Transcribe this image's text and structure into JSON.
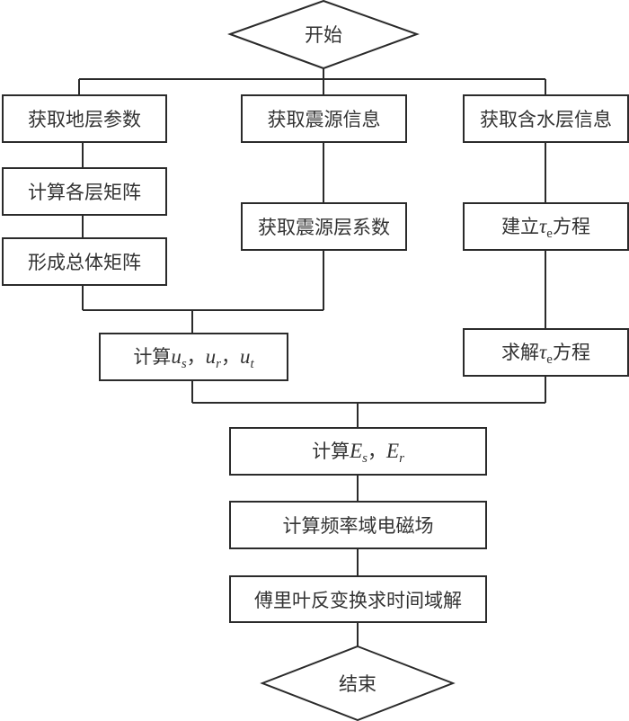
{
  "diagram": {
    "start": "开始",
    "end": "结束",
    "left_branch": [
      "获取地层参数",
      "计算各层矩阵",
      "形成总体矩阵"
    ],
    "middle_branch": [
      "获取震源信息",
      "获取震源层系数"
    ],
    "right_branch": {
      "info": "获取含水层信息",
      "build_prefix": "建立",
      "solve_prefix": "求解",
      "tau": "τ",
      "tau_sub": "e",
      "equation_suffix": "方程"
    },
    "compute_u": {
      "prefix": "计算",
      "u": "u",
      "subs": [
        "s",
        "r",
        "t"
      ],
      "sep": "，"
    },
    "compute_E": {
      "prefix": "计算",
      "E": "E",
      "subs": [
        "s",
        "r"
      ],
      "sep": "，"
    },
    "freq_field": "计算频率域电磁场",
    "fourier": "傅里叶反变换求时间域解"
  },
  "colors": {
    "line": "#2b2b2b",
    "text": "#333333"
  }
}
